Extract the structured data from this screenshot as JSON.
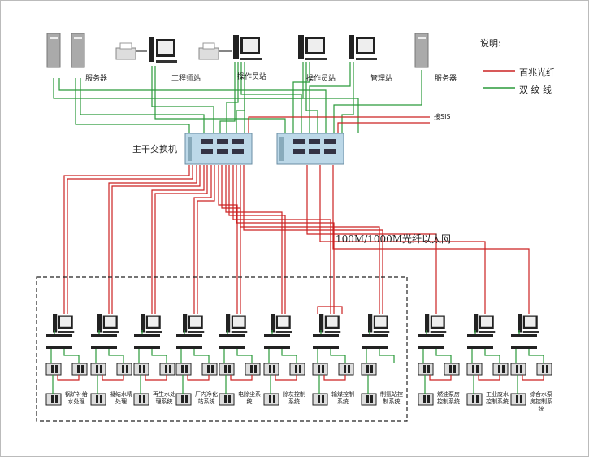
{
  "legend": {
    "title": "说明:",
    "fiber": "百兆光纤",
    "twisted": "双 纹 线",
    "fiber_color": "#cc2222",
    "twisted_color": "#2a9a3a"
  },
  "top": {
    "server_left": "服务器",
    "engineer": "工程师站",
    "operator1": "操作员站",
    "operator2": "操作员站",
    "manager": "管理站",
    "server_right": "服务器",
    "sis": "接SIS"
  },
  "switch_label": "主干交换机",
  "network_label": "100M/1000M光纤以太网",
  "stations": [
    {
      "label": "锅炉补给水处理",
      "group": "boxed"
    },
    {
      "label": "凝结水精处理",
      "group": "boxed"
    },
    {
      "label": "再生水处理系统",
      "group": "boxed"
    },
    {
      "label": "厂内净化站系统",
      "group": "boxed"
    },
    {
      "label": "电除尘系统",
      "group": "boxed"
    },
    {
      "label": "除灰控制系统",
      "group": "boxed"
    },
    {
      "label": "输煤控制系统",
      "group": "boxed"
    },
    {
      "label": "制氢站控制系统",
      "group": "boxed"
    },
    {
      "label": "燃油泵房控制系统",
      "group": "outside"
    },
    {
      "label": "工业废水控制系统",
      "group": "outside"
    },
    {
      "label": "综合水泵房控制系统",
      "group": "outside"
    }
  ]
}
